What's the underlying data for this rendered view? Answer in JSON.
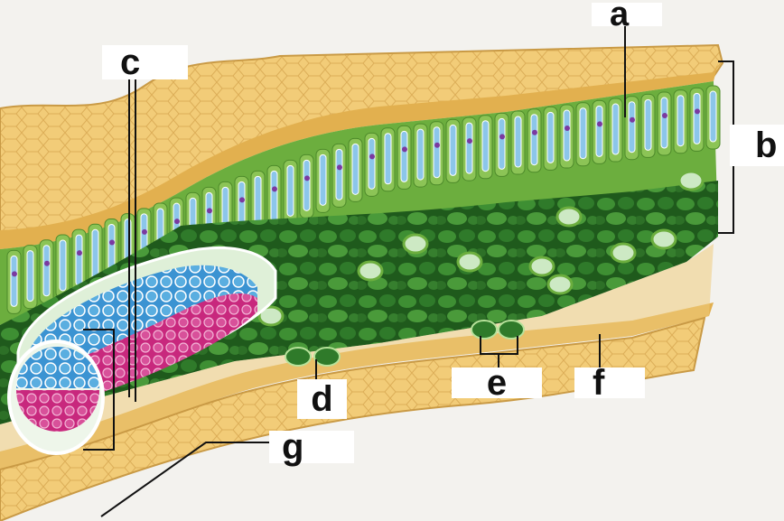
{
  "labels": {
    "a": "a",
    "b": "b",
    "c": "c",
    "d": "d",
    "e": "e",
    "f": "f",
    "g": "g"
  },
  "colors": {
    "background": "#f3f2ee",
    "epidermis": "#f2cc78",
    "epidermis_dark": "#d9a94a",
    "palisade_green": "#7ab648",
    "vacuole_blue": "#8cc6ea",
    "spongy_green": "#2f7a2a",
    "xylem_blue": "#3b93d2",
    "phloem_magenta": "#c8287d",
    "sheath": "#dff0d8"
  }
}
